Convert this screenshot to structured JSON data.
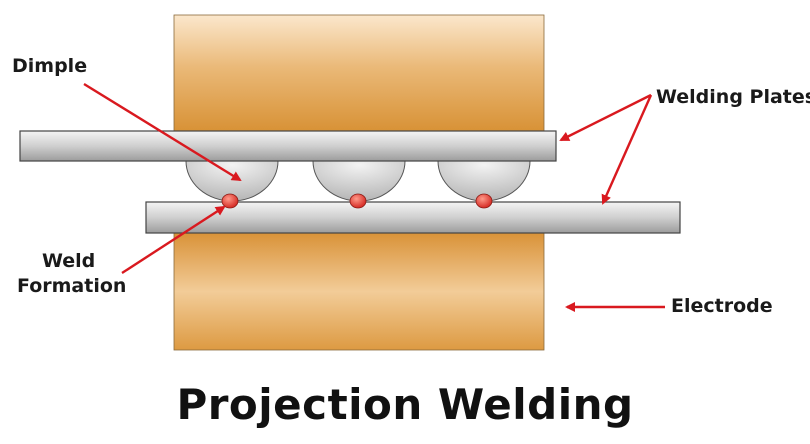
{
  "title": "Projection Welding",
  "labels": {
    "dimple": "Dimple",
    "welding_plates": "Welding Plates",
    "weld_line1": "Weld",
    "weld_line2": "Formation",
    "electrode": "Electrode"
  },
  "colors": {
    "electrode": "#e2a34c",
    "plate": "#bdbdbd",
    "arrow": "#d9191f",
    "weld": "#e8524a"
  }
}
